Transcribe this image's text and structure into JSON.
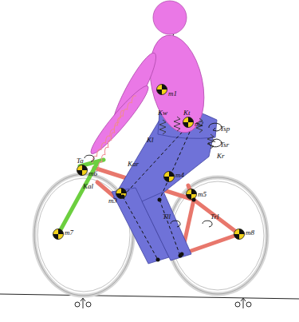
{
  "diagram": {
    "labels": [
      "m1",
      "m2",
      "m3",
      "m4",
      "m5",
      "m6",
      "m7",
      "m8",
      "Kal",
      "Kar",
      "Kw",
      "Kt",
      "Kl",
      "Kr",
      "Tsp",
      "Tsr",
      "Ta",
      "Tll",
      "Trl"
    ]
  }
}
